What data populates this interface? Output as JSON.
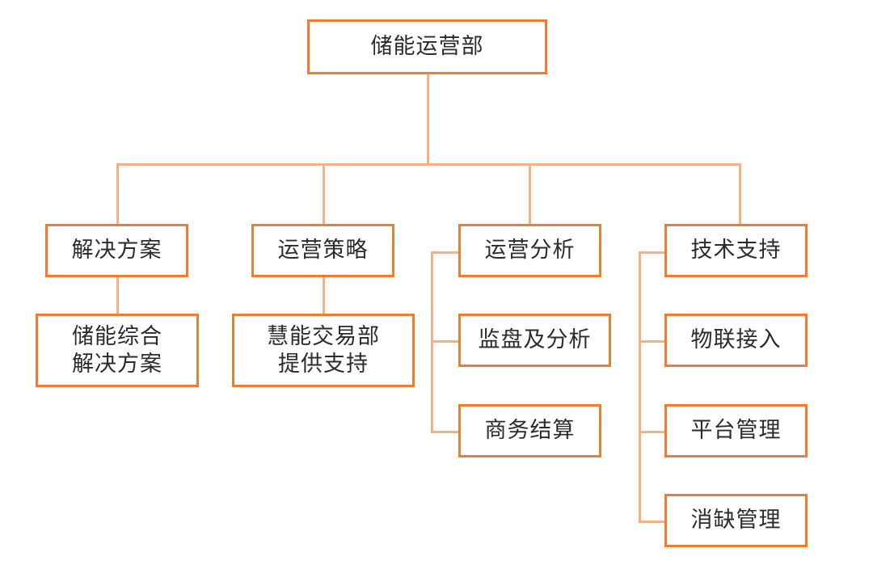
{
  "colors": {
    "box_border": "#ed7d31",
    "connector": "#f4b183",
    "text": "#2b2b2b",
    "background": "#ffffff"
  },
  "root": {
    "label": "储能运营部"
  },
  "departments": [
    {
      "label": "解决方案",
      "children": [
        {
          "lines": [
            "储能综合",
            "解决方案"
          ]
        }
      ]
    },
    {
      "label": "运营策略",
      "children": [
        {
          "lines": [
            "慧能交易部",
            "提供支持"
          ]
        }
      ]
    },
    {
      "label": "运营分析",
      "children": [
        {
          "lines": [
            "监盘及分析"
          ]
        },
        {
          "lines": [
            "商务结算"
          ]
        }
      ]
    },
    {
      "label": "技术支持",
      "children": [
        {
          "lines": [
            "物联接入"
          ]
        },
        {
          "lines": [
            "平台管理"
          ]
        },
        {
          "lines": [
            "消缺管理"
          ]
        }
      ]
    }
  ]
}
